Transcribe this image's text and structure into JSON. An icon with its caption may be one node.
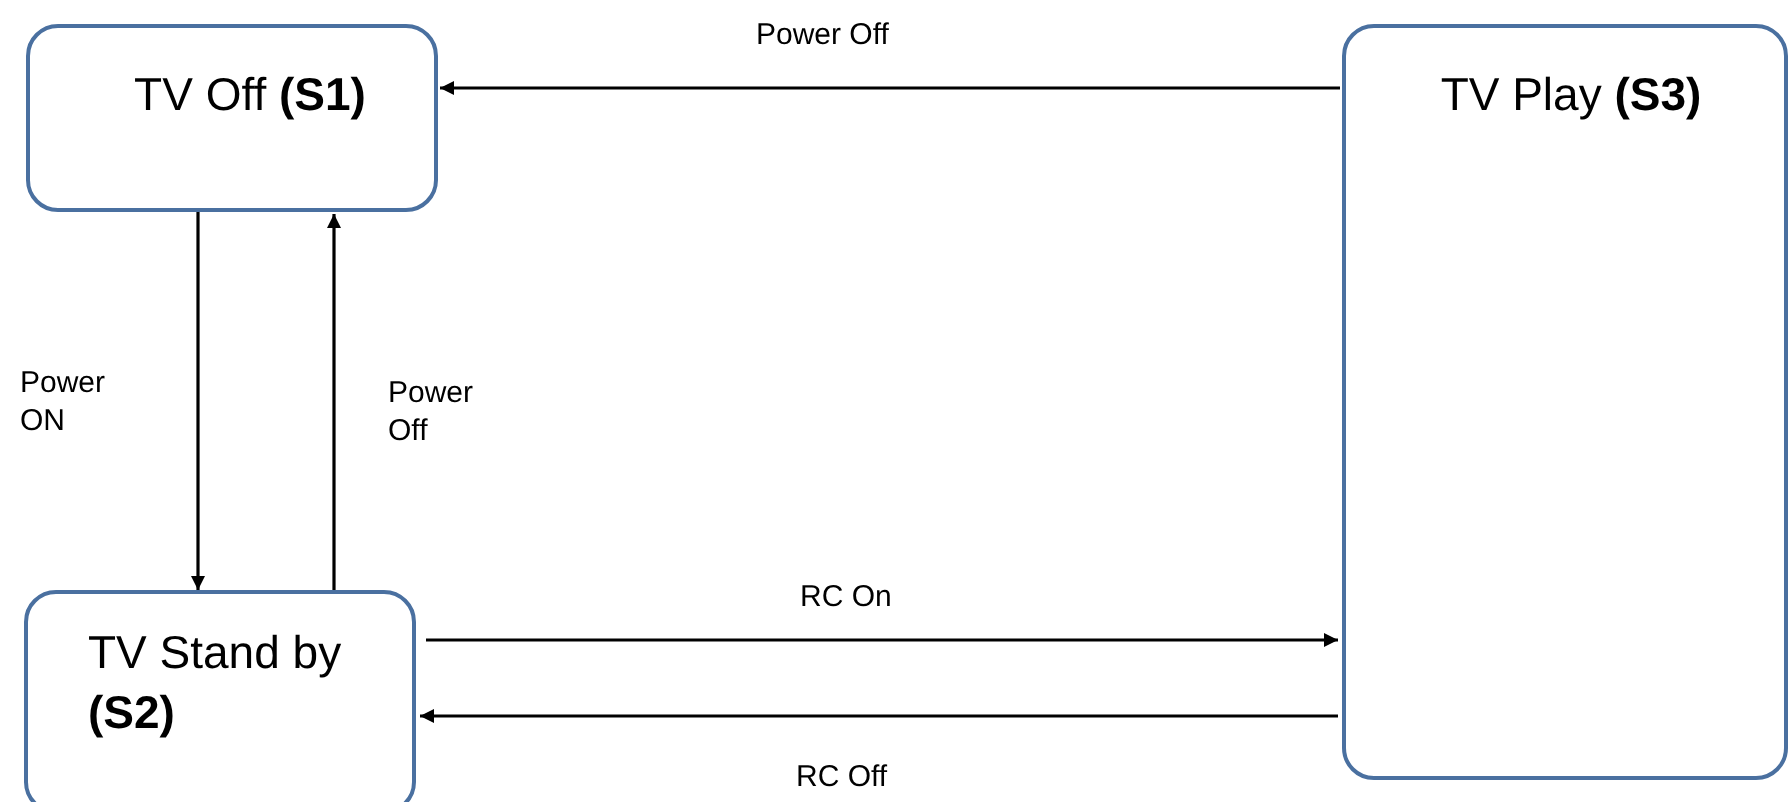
{
  "diagram": {
    "nodes": [
      {
        "text": [
          "TV Off **(S1)**"
        ]
      },
      {
        "text": [
          "TV Stand by **(S2)**"
        ]
      },
      {
        "text": [
          "TV Play **(S3)**"
        ]
      }
    ],
    "edges": [
      {
        "from": 2,
        "to": 0,
        "arrow": "to",
        "label": "Power Off"
      },
      {
        "from": 0,
        "to": 1,
        "arrow": "to",
        "label": "Power ON"
      },
      {
        "from": 1,
        "to": 0,
        "arrow": "to",
        "label": "Power Off"
      },
      {
        "from": 1,
        "to": 2,
        "arrow": "to",
        "label": "RC On"
      },
      {
        "from": 2,
        "to": 1,
        "arrow": "to",
        "label": "RC Off"
      }
    ]
  }
}
